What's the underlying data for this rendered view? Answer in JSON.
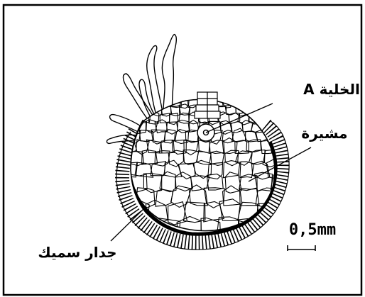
{
  "labels": {
    "cell_a": "الخلية A",
    "epithelium": "مشيرة",
    "thick_wall": "جدار سميك",
    "scale": "0,5mm"
  }
}
